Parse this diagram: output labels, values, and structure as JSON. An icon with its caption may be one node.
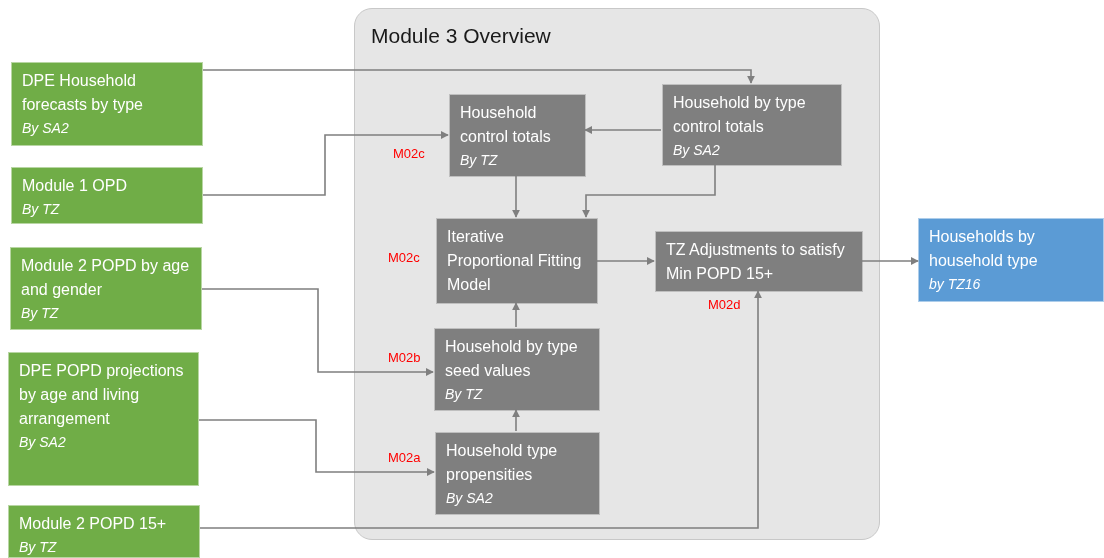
{
  "diagram": {
    "nodes": [
      {
        "text": [
          "Module 3 Overview"
        ]
      },
      {
        "text": [
          "DPE Household forecasts by type",
          "By SA2"
        ]
      },
      {
        "text": [
          "Module 1 OPD",
          "By TZ"
        ]
      },
      {
        "text": [
          "Module 2 POPD by age and gender",
          "By TZ"
        ]
      },
      {
        "text": [
          "DPE POPD projections by age and living arrangement",
          "By SA2"
        ]
      },
      {
        "text": [
          "Module 2 POPD 15+",
          "By TZ"
        ]
      },
      {
        "text": [
          "Household control totals",
          "By TZ"
        ],
        "in": 0
      },
      {
        "text": [
          "Household by type control totals",
          "By SA2"
        ],
        "in": 0
      },
      {
        "text": [
          "Iterative Proportional Fitting Model"
        ],
        "in": 0
      },
      {
        "text": [
          "TZ Adjustments to satisfy Min POPD 15+"
        ],
        "in": 0
      },
      {
        "text": [
          "Household by type seed values",
          "By TZ"
        ],
        "in": 0
      },
      {
        "text": [
          "Household type propensities",
          "By SA2"
        ],
        "in": 0
      },
      {
        "text": [
          "Households by household type",
          "by TZ16"
        ]
      }
    ],
    "edges": [
      {
        "from": 1,
        "to": 7,
        "arrow": "to"
      },
      {
        "from": 2,
        "to": 6,
        "arrow": "to"
      },
      {
        "from": 7,
        "to": 6,
        "arrow": "to"
      },
      {
        "from": 6,
        "to": 8,
        "arrow": "to"
      },
      {
        "from": 7,
        "to": 8,
        "arrow": "to"
      },
      {
        "from": 10,
        "to": 8,
        "arrow": "to"
      },
      {
        "from": 11,
        "to": 10,
        "arrow": "to"
      },
      {
        "from": 3,
        "to": 10,
        "arrow": "to"
      },
      {
        "from": 4,
        "to": 11,
        "arrow": "to"
      },
      {
        "from": 8,
        "to": 9,
        "arrow": "to"
      },
      {
        "from": 9,
        "to": 12,
        "arrow": "to"
      },
      {
        "from": 5,
        "to": 9,
        "arrow": "to"
      }
    ],
    "labels": [
      "M02c",
      "M02c",
      "M02b",
      "M02a",
      "M02d"
    ]
  }
}
